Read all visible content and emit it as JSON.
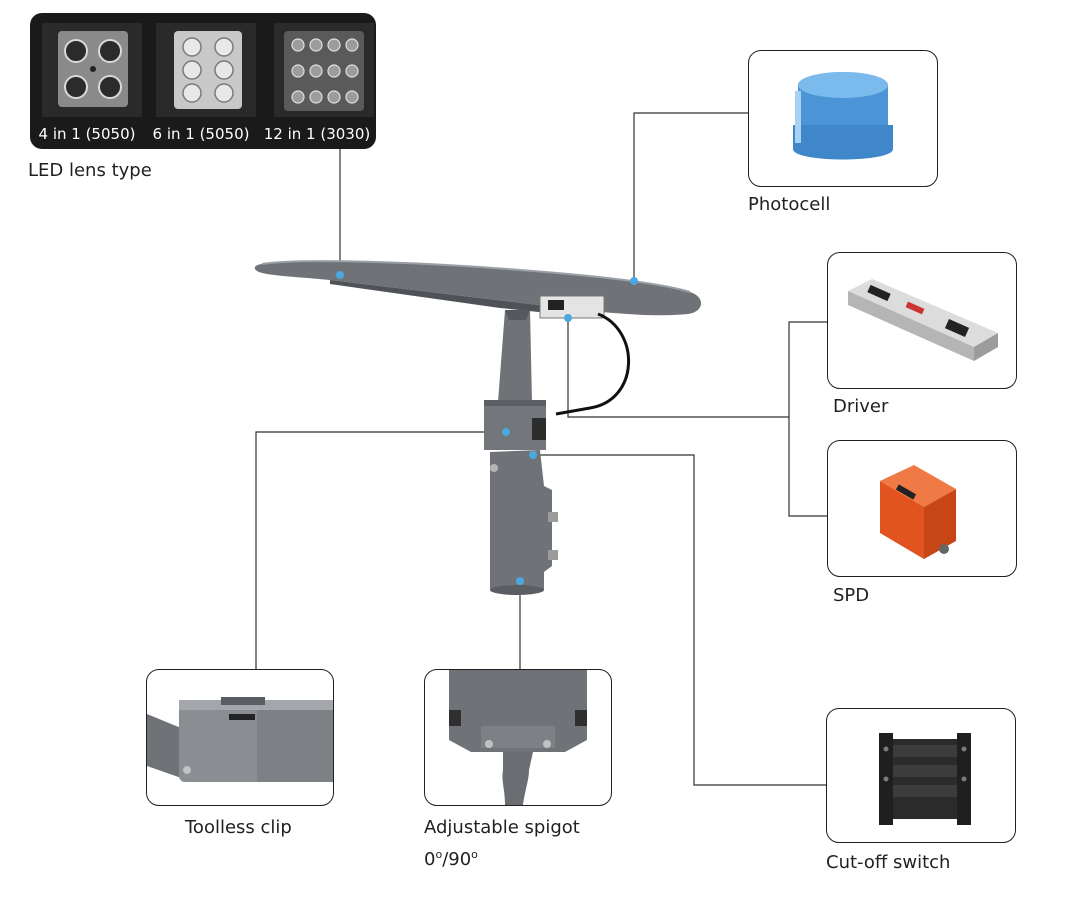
{
  "lens_panel": {
    "title": "LED lens type",
    "options": [
      {
        "label": "4 in 1 (5050)"
      },
      {
        "label": "6 in 1 (5050)"
      },
      {
        "label": "12 in 1 (3030)"
      }
    ]
  },
  "components": {
    "photocell": "Photocell",
    "driver": "Driver",
    "spd": "SPD",
    "cutoff": "Cut-off switch",
    "toolless": "Toolless clip",
    "spigot_line1": "Adjustable spigot",
    "spigot_deg1": "0",
    "spigot_deg2": "90"
  },
  "colors": {
    "leader": "#333333",
    "callout_dot": "#4aa8e0",
    "housing": "#6f7378",
    "photocell": "#4b95d6",
    "spd": "#e2541f"
  }
}
